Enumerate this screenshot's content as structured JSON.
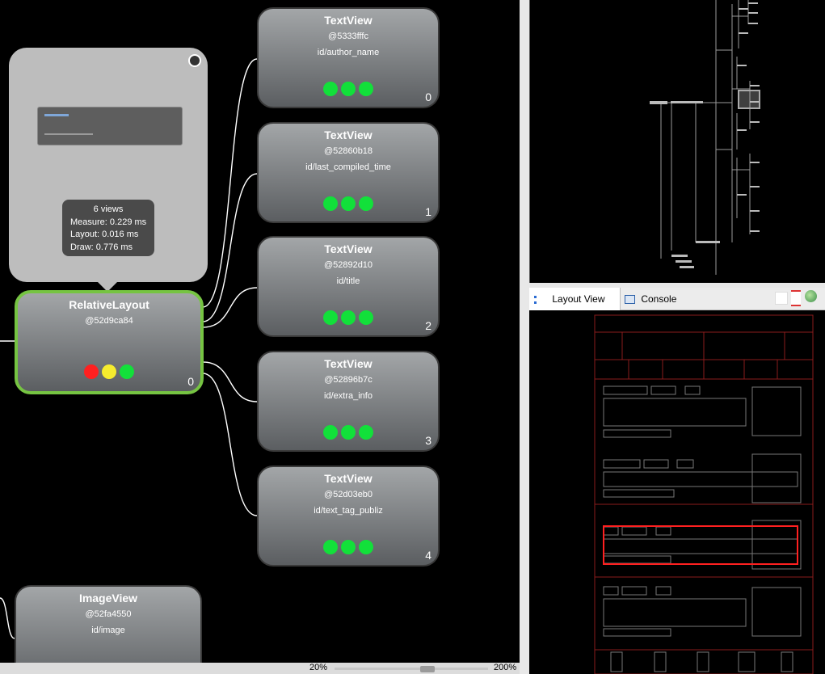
{
  "tree": {
    "selected": {
      "type": "RelativeLayout",
      "hash": "@52d9ca84",
      "index": "0"
    },
    "children": [
      {
        "type": "TextView",
        "hash": "@5333fffc",
        "id": "id/author_name",
        "index": "0"
      },
      {
        "type": "TextView",
        "hash": "@52860b18",
        "id": "id/last_compiled_time",
        "index": "1"
      },
      {
        "type": "TextView",
        "hash": "@52892d10",
        "id": "id/title",
        "index": "2"
      },
      {
        "type": "TextView",
        "hash": "@52896b7c",
        "id": "id/extra_info",
        "index": "3"
      },
      {
        "type": "TextView",
        "hash": "@52d03eb0",
        "id": "id/text_tag_publiz",
        "index": "4"
      }
    ],
    "sibling": {
      "type": "ImageView",
      "hash": "@52fa4550",
      "id": "id/image"
    }
  },
  "popup": {
    "views_count": "6 views",
    "measure": "Measure: 0.229 ms",
    "layout": "Layout: 0.016 ms",
    "draw": "Draw: 0.776 ms"
  },
  "zoom": {
    "min_label": "20%",
    "max_label": "200%",
    "level_fraction": 0.59
  },
  "tabs": {
    "layout_view": "Layout View",
    "console": "Console"
  },
  "colors": {
    "selected_border": "#76c442",
    "green": "#12e03a",
    "red": "#ff2020",
    "yellow": "#f6ec2e",
    "highlight": "#ff2020"
  },
  "icons": [
    "restore-icon",
    "layout-view-icon",
    "close-icon",
    "console-icon",
    "white-square-icon",
    "red-lines-icon",
    "globe-icon"
  ]
}
